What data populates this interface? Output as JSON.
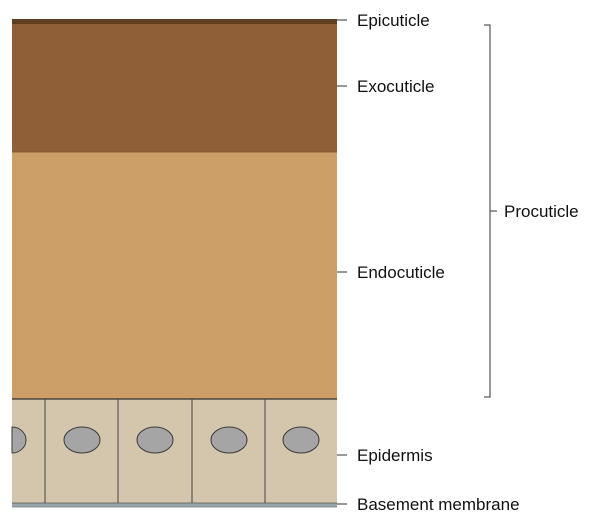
{
  "layers": {
    "epicuticle": {
      "label": "Epicuticle",
      "color": "#5e3e1f"
    },
    "exocuticle": {
      "label": "Exocuticle",
      "color": "#8f5f37"
    },
    "endocuticle": {
      "label": "Endocuticle",
      "color": "#cc9e68"
    },
    "epidermis": {
      "label": "Epidermis",
      "color": "#d3c6ad",
      "nucleus_color": "#a5a5a5",
      "cell_count": 5
    },
    "basement_membrane": {
      "label": "Basement membrane",
      "color": "#9aa6ad"
    }
  },
  "bracket": {
    "label": "Procuticle"
  }
}
